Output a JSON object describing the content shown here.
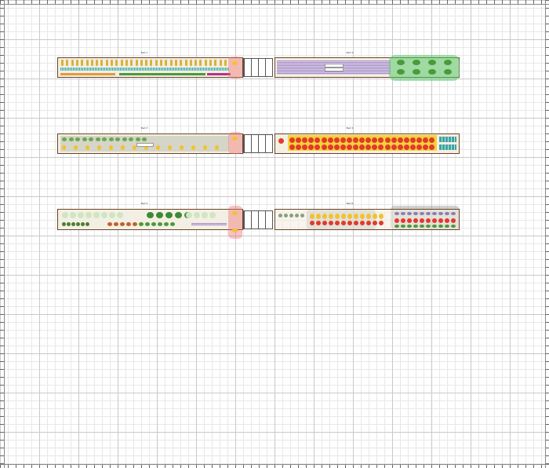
{
  "plan": {
    "beds": [
      {
        "id": "bed-1",
        "label": "Bed 1"
      },
      {
        "id": "bed-2",
        "label": "Bed 2"
      },
      {
        "id": "bed-3",
        "label": "Bed 3"
      },
      {
        "id": "bed-4",
        "label": "Bed 4"
      },
      {
        "id": "bed-5",
        "label": "Bed 5"
      },
      {
        "id": "bed-6",
        "label": "Bed 6"
      }
    ]
  },
  "colors": {
    "grid_major": "#c9c9c9",
    "grid_minor": "#e8e8e8",
    "bed_border": "#6b4423",
    "tomato": "#e23a2a",
    "squash": "#f2c230",
    "leafy": "#4a9a3a",
    "highlight_pink": "#f07878",
    "highlight_green": "#5ac86e",
    "highlight_grey": "#969696"
  },
  "icons": [
    "tomato-icon",
    "squash-icon",
    "leafy-green-icon",
    "corn-icon",
    "pepper-icon",
    "lettuce-icon"
  ]
}
